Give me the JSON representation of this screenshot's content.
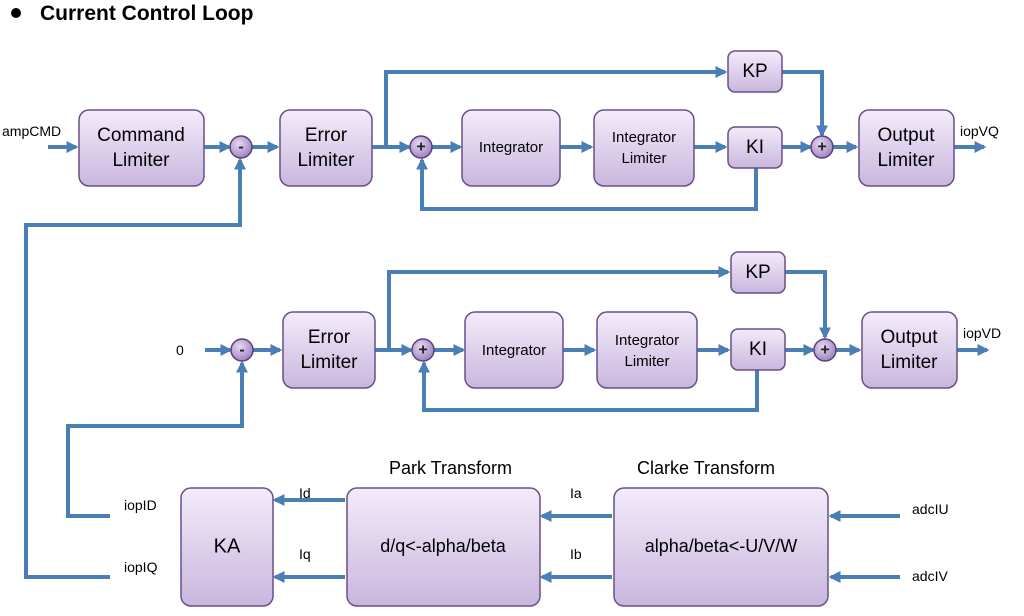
{
  "title": "Current Control Loop",
  "colors": {
    "wire": "#4a7fb5",
    "box_top": "#f3ecfa",
    "box_bottom": "#c9b6de",
    "box_border": "#6a4f8a"
  },
  "blocks": {
    "q_cmd_limiter": "Command Limiter",
    "q_error_limiter": "Error Limiter",
    "q_integrator": "Integrator",
    "q_integrator_limiter": "Integrator Limiter",
    "q_kp": "KP",
    "q_ki": "KI",
    "q_output_limiter": "Output Limiter",
    "d_error_limiter": "Error Limiter",
    "d_integrator": "Integrator",
    "d_integrator_limiter": "Integrator Limiter",
    "d_kp": "KP",
    "d_ki": "KI",
    "d_output_limiter": "Output Limiter",
    "ka": "KA",
    "park": "d/q<-alpha/beta",
    "clarke": "alpha/beta<-U/V/W"
  },
  "sums": {
    "q_sub": "-",
    "q_add1": "+",
    "q_add2": "+",
    "d_sub": "-",
    "d_add1": "+",
    "d_add2": "+"
  },
  "headings": {
    "park": "Park Transform",
    "clarke": "Clarke Transform"
  },
  "signals": {
    "amp_cmd": "ampCMD",
    "iop_vq": "iopVQ",
    "zero": "0",
    "iop_vd": "iopVD",
    "iop_id": "iopID",
    "iop_iq": "iopIQ",
    "id": "Id",
    "iq": "Iq",
    "ia": "Ia",
    "ib": "Ib",
    "adc_iu": "adcIU",
    "adc_iv": "adcIV"
  }
}
